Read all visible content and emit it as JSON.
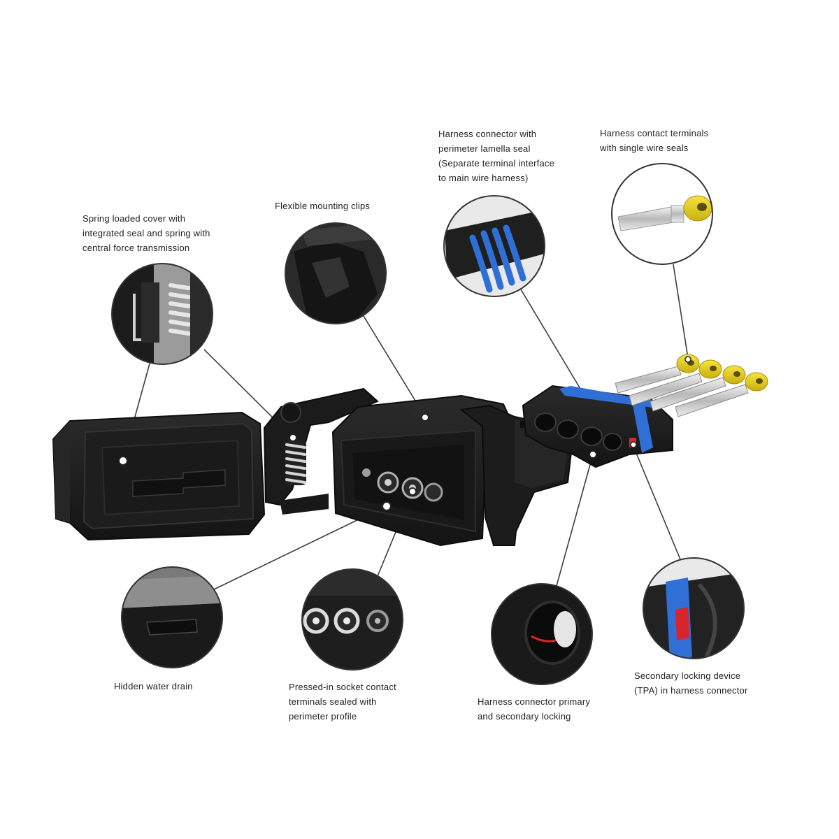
{
  "colors": {
    "background": "#ffffff",
    "housing": "#1c1c1c",
    "housing_edge": "#3a3a3a",
    "seal_blue": "#2f6fd6",
    "seal_yellow": "#e8d21c",
    "tpa_red": "#d8242b",
    "leader": "#3c3c3c",
    "metal": "#c9c9c9"
  },
  "callouts": [
    {
      "id": "spring-cover",
      "icon": "spring-detail-icon",
      "lines": [
        "Spring loaded cover with",
        "integrated seal and spring with",
        "central force transmission"
      ]
    },
    {
      "id": "mounting-clips",
      "icon": "clip-detail-icon",
      "lines": [
        "Flexible mounting clips"
      ]
    },
    {
      "id": "lamella-seal",
      "icon": "blue-seal-detail-icon",
      "lines": [
        "Harness connector with",
        "perimeter lamella seal",
        "(Separate terminal interface",
        "to main wire harness)"
      ]
    },
    {
      "id": "wire-seals",
      "icon": "terminal-detail-icon",
      "lines": [
        "Harness contact terminals",
        "with single wire seals"
      ]
    },
    {
      "id": "water-drain",
      "icon": "drain-detail-icon",
      "lines": [
        "Hidden water drain"
      ]
    },
    {
      "id": "socket-terminals",
      "icon": "socket-detail-icon",
      "lines": [
        "Pressed-in socket contact",
        "terminals sealed with",
        "perimeter profile"
      ]
    },
    {
      "id": "primary-locking",
      "icon": "locking-detail-icon",
      "lines": [
        "Harness connector primary",
        "and secondary locking"
      ]
    },
    {
      "id": "tpa",
      "icon": "tpa-detail-icon",
      "lines": [
        "Secondary locking device",
        "(TPA) in harness connector"
      ]
    }
  ]
}
